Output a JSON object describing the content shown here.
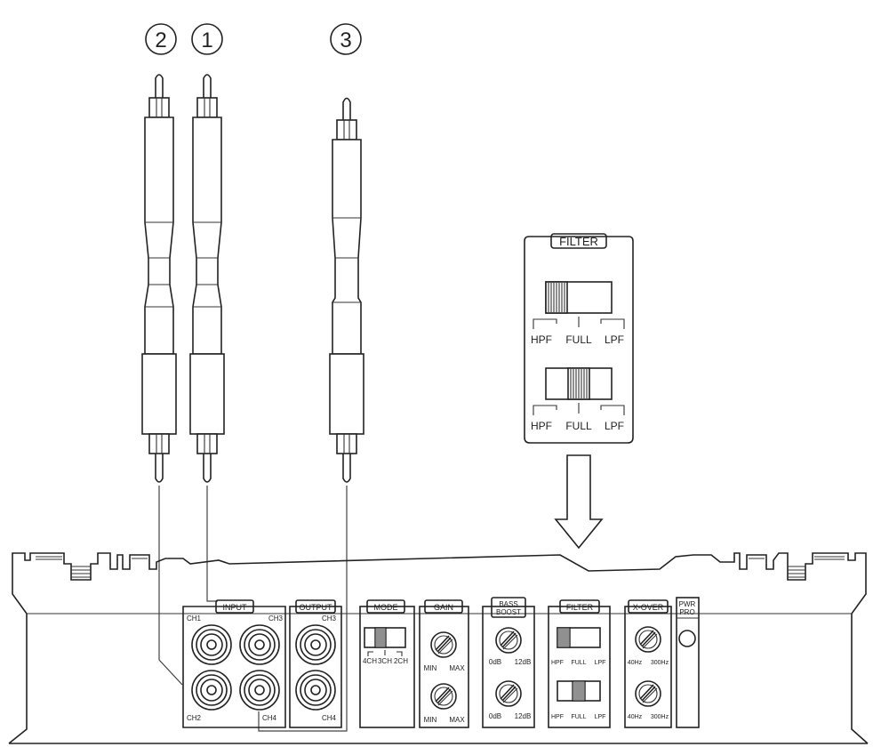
{
  "callouts": {
    "cable_1": "1",
    "cable_2": "2",
    "cable_3": "3"
  },
  "filter_detail": {
    "title": "FILTER",
    "switch_a_labels": [
      "HPF",
      "FULL",
      "LPF"
    ],
    "switch_b_labels": [
      "HPF",
      "FULL",
      "LPF"
    ],
    "switch_a_position": "HPF",
    "switch_b_position": "FULL"
  },
  "panel": {
    "input": {
      "title": "INPUT",
      "ch1": "CH1",
      "ch2": "CH2",
      "ch3": "CH3",
      "ch4": "CH4"
    },
    "output": {
      "title": "OUTPUT",
      "ch3": "CH3",
      "ch4": "CH4"
    },
    "mode": {
      "title": "MODE",
      "labels": [
        "4CH",
        "3CH",
        "2CH"
      ],
      "position": "3CH"
    },
    "gain": {
      "title": "GAIN",
      "min1": "MIN",
      "max1": "MAX",
      "min2": "MIN",
      "max2": "MAX"
    },
    "bass_boost": {
      "title_line1": "BASS",
      "title_line2": "BOOST",
      "low1": "0dB",
      "high1": "12dB",
      "low2": "0dB",
      "high2": "12dB"
    },
    "filter": {
      "title": "FILTER",
      "labels_a": [
        "HPF",
        "FULL",
        "LPF"
      ],
      "labels_b": [
        "HPF",
        "FULL",
        "LPF"
      ]
    },
    "x_over": {
      "title": "X-OVER",
      "low1": "40Hz",
      "high1": "300Hz",
      "low2": "40Hz",
      "high2": "300Hz"
    },
    "pwr": {
      "title_line1": "PWR",
      "title_line2": "PRO"
    }
  }
}
